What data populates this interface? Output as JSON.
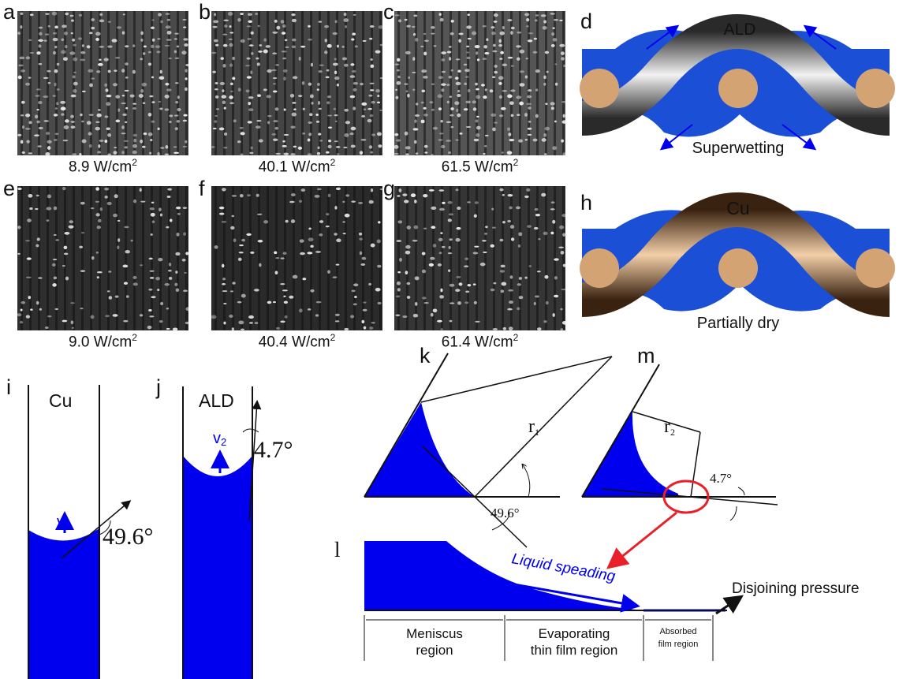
{
  "panel_labels": {
    "a": "a",
    "b": "b",
    "c": "c",
    "d": "d",
    "e": "e",
    "f": "f",
    "g": "g",
    "h": "h",
    "i": "i",
    "j": "j",
    "k": "k",
    "l": "l",
    "m": "m"
  },
  "photos": [
    {
      "id": "a",
      "caption_value": "8.9 W/cm",
      "caption_sup": "2",
      "shade": "#4a4a4a"
    },
    {
      "id": "b",
      "caption_value": "40.1 W/cm",
      "caption_sup": "2",
      "shade": "#444444"
    },
    {
      "id": "c",
      "caption_value": "61.5 W/cm",
      "caption_sup": "2",
      "shade": "#555555"
    },
    {
      "id": "e",
      "caption_value": "9.0 W/cm",
      "caption_sup": "2",
      "shade": "#2e2e2e"
    },
    {
      "id": "f",
      "caption_value": "40.4 W/cm",
      "caption_sup": "2",
      "shade": "#2a2a2a"
    },
    {
      "id": "g",
      "caption_value": "61.4 W/cm",
      "caption_sup": "2",
      "shade": "#353535"
    }
  ],
  "wick_d": {
    "label": "ALD",
    "caption": "Superwetting"
  },
  "wick_h": {
    "label": "Cu",
    "caption": "Partially dry"
  },
  "tube_i": {
    "label": "Cu",
    "velocity": "v",
    "velocity_sub": "1",
    "angle": "49.6°"
  },
  "tube_j": {
    "label": "ALD",
    "velocity": "v",
    "velocity_sub": "2",
    "angle": "4.7°"
  },
  "diagram_k": {
    "radius": "r",
    "radius_sub": "1",
    "angle": "49.6°"
  },
  "diagram_m": {
    "radius": "r",
    "radius_sub": "2",
    "angle": "4.7°"
  },
  "diagram_l": {
    "arrow_label": "Liquid speading",
    "pressure_label": "Disjoining pressure",
    "region_1_line1": "Meniscus",
    "region_1_line2": "region",
    "region_2_line1": "Evaporating",
    "region_2_line2": "thin film region",
    "region_3_line1": "Absorbed",
    "region_3_line2": "film region"
  },
  "colors": {
    "liquid": "#0000ee",
    "wick_liquid": "#1a4fd6",
    "particle": "#d4a373",
    "callout": "#e8202a"
  }
}
